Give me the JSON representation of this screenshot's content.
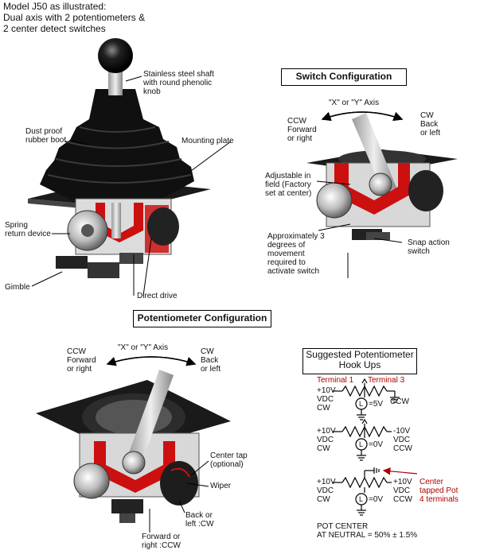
{
  "header": {
    "line1": "Model J50 as illustrated:",
    "line2": "Dual axis with 2 potentiometers &",
    "line3": "2 center detect switches"
  },
  "joystick_labels": {
    "shaft": "Stainless steel shaft\nwith round phenolic\nknob",
    "boot": "Dust proof\nrubber boot",
    "plate": "Mounting plate",
    "spring": "Spring\nreturn device",
    "gimble": "Gimble",
    "drive": "Direct drive"
  },
  "switch_section": {
    "title": "Switch Configuration",
    "axis": "\"X\" or \"Y\" Axis",
    "ccw": "CCW\nForward\nor right",
    "cw": "CW\nBack\nor left",
    "adjustable": "Adjustable in\nfield (Factory\nset at center)",
    "movement": "Approximately 3\ndegrees of\nmovement\nrequired to\nactivate switch",
    "snap": "Snap action\nswitch"
  },
  "pot_section": {
    "title": "Potentiometer Configuration",
    "axis": "\"X\" or \"Y\" Axis",
    "ccw": "CCW\nForward\nor right",
    "cw": "CW\nBack\nor left",
    "center_tap": "Center tap\n(optional)",
    "wiper": "Wiper",
    "back": "Back or\nleft :CW",
    "forward": "Forward or\nright :CCW"
  },
  "hookups": {
    "title": "Suggested Potentiometer\nHook Ups",
    "terminal1": "Terminal 1",
    "terminal3": "Terminal 3",
    "c1_left": "+10V\nVDC\nCW",
    "c1_right": "CCW",
    "c1_out": "=5V",
    "c2_left": "+10V\nVDC\nCW",
    "c2_right": "-10V\nVDC\nCCW",
    "c2_out": "=0V",
    "c3_left": "+10V\nVDC\nCW",
    "c3_right": "+10V\nVDC\nCCW",
    "c3_out": "=0V",
    "center_note": "Center\ntapped Pot\n4 terminals",
    "wiper_symbol": "L",
    "pot_center": "POT CENTER\nAT NEUTRAL = 50% ± 1.5%"
  },
  "colors": {
    "cutaway_red": "#cc1010",
    "label_red": "#b00000",
    "rubber": "#111111"
  }
}
